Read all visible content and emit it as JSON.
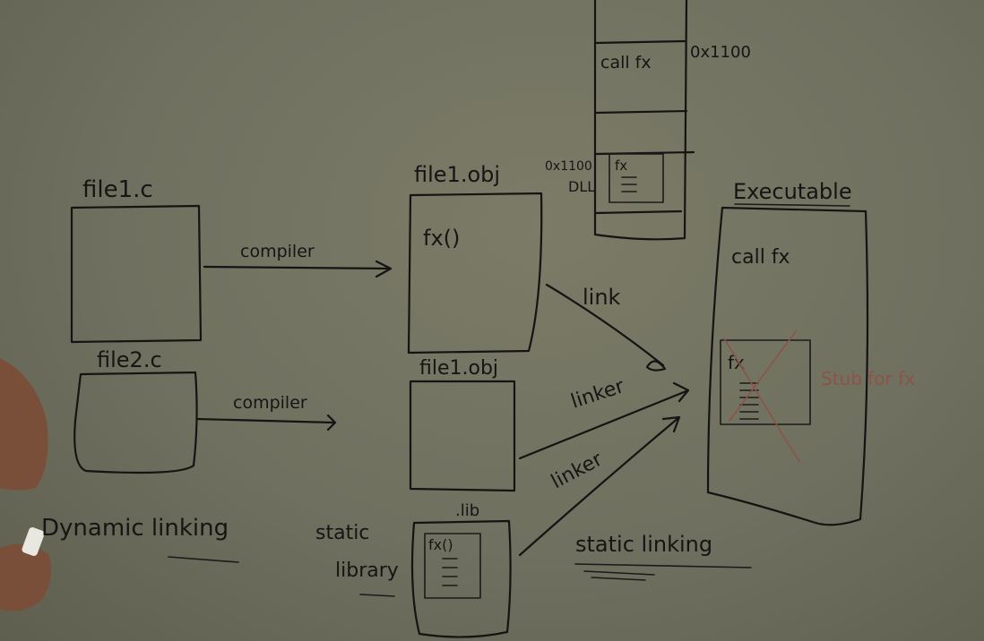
{
  "board": {
    "box_file1_c": "file1.c",
    "box_file2_c": "file2.c",
    "box_file1_obj": "file1.obj",
    "box_file1_obj_2": "file1.obj",
    "box_lib": ".lib",
    "box_executable": "Executable",
    "arrow_compiler_1": "compiler",
    "arrow_compiler_2": "compiler",
    "arrow_link": "link",
    "arrow_linker_1": "linker",
    "arrow_linker_2": "linker",
    "fx_in_obj": "fx()",
    "fx_in_lib": "fx()",
    "fx_in_dll": "fx",
    "fx_in_exe": "fx",
    "call_fx_exe": "call fx",
    "call_fx_mem": "call fx",
    "addr_top": "0x1100",
    "addr_dll": "0x1100",
    "dll_label": "DLL",
    "stub_note": "Stub for fx",
    "static_library_line1": "static",
    "static_library_line2": "library",
    "static_linking": "static linking",
    "dynamic_linking": "Dynamic linking"
  },
  "colors": {
    "board": "#707060",
    "ink": "#141414",
    "red_marker": "#8a5448"
  }
}
